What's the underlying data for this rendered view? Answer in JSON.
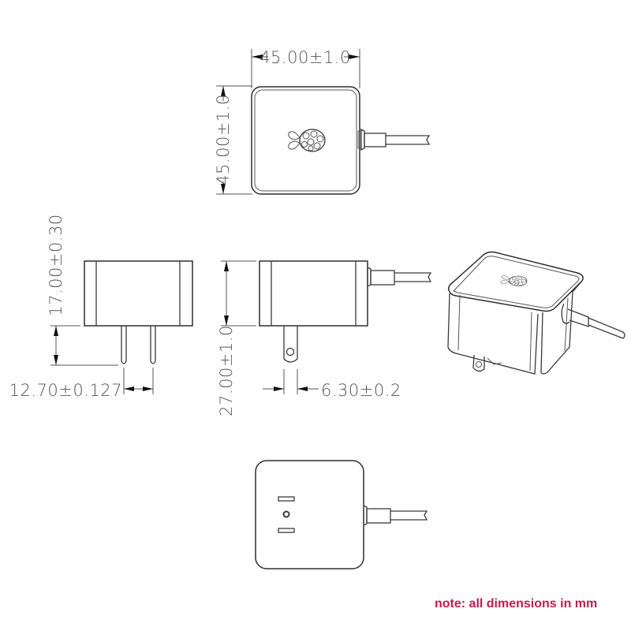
{
  "diagram": {
    "subject": "Power supply adapter mechanical drawing",
    "views": [
      {
        "name": "top-view",
        "label": "Top view with raspberry logo"
      },
      {
        "name": "side-view-pins",
        "label": "Side view showing two pins"
      },
      {
        "name": "side-view-cable",
        "label": "Side view with cable and pin"
      },
      {
        "name": "isometric-view",
        "label": "3D isometric view"
      },
      {
        "name": "bottom-view",
        "label": "Bottom view with plug slots"
      }
    ],
    "dimensions": {
      "top_width": "45.00±1.0",
      "top_height": "45.00±1.0",
      "pin_length": "17.00±0.30",
      "pin_spacing": "12.70±0.127",
      "body_height": "27.00±1.0",
      "pin_width": "6.30±0.2"
    },
    "note": "note: all dimensions in mm",
    "colors": {
      "line": "#3a3a3a",
      "dimension_text": "#555555",
      "note": "#c51a4a",
      "background": "#ffffff"
    }
  }
}
